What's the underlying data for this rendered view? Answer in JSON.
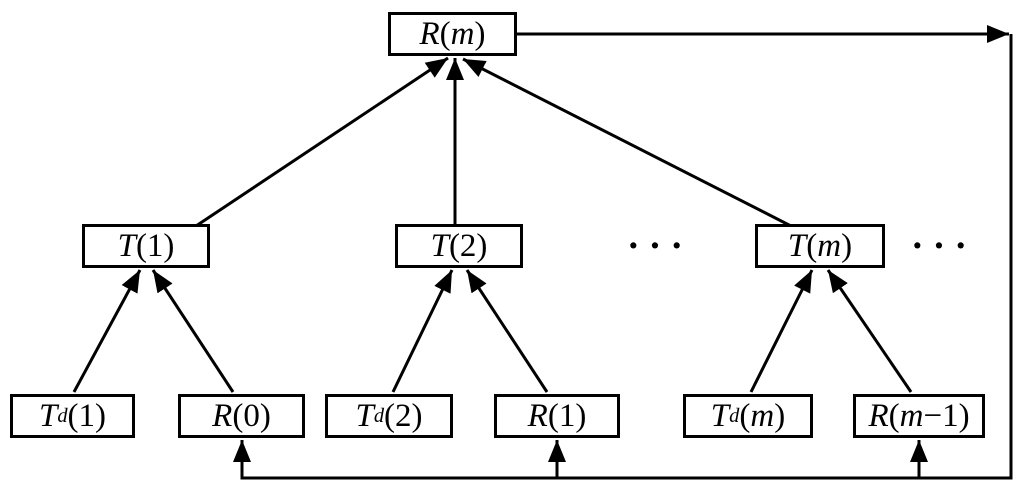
{
  "diagram": {
    "background": "#ffffff",
    "line_color": "#000000",
    "ellipsis": "···",
    "nodes": {
      "r_m": {
        "text": "R(m)",
        "segments": [
          {
            "t": "R",
            "i": true
          },
          {
            "t": "(",
            "i": false
          },
          {
            "t": "m",
            "i": true
          },
          {
            "t": ")",
            "i": false
          }
        ]
      },
      "t_1": {
        "text": "T(1)",
        "segments": [
          {
            "t": "T",
            "i": true
          },
          {
            "t": "(1)",
            "i": false
          }
        ]
      },
      "t_2": {
        "text": "T(2)",
        "segments": [
          {
            "t": "T",
            "i": true
          },
          {
            "t": "(2)",
            "i": false
          }
        ]
      },
      "t_m": {
        "text": "T(m)",
        "segments": [
          {
            "t": "T",
            "i": true
          },
          {
            "t": "(",
            "i": false
          },
          {
            "t": "m",
            "i": true
          },
          {
            "t": ")",
            "i": false
          }
        ]
      },
      "td_1": {
        "text": "Td(1)",
        "segments": [
          {
            "t": "T",
            "i": true
          },
          {
            "t": "d",
            "i": true,
            "s": true
          },
          {
            "t": "(1)",
            "i": false
          }
        ]
      },
      "r_0": {
        "text": "R(0)",
        "segments": [
          {
            "t": "R",
            "i": true
          },
          {
            "t": "(0)",
            "i": false
          }
        ]
      },
      "td_2": {
        "text": "Td(2)",
        "segments": [
          {
            "t": "T",
            "i": true
          },
          {
            "t": "d",
            "i": true,
            "s": true
          },
          {
            "t": "(2)",
            "i": false
          }
        ]
      },
      "r_1": {
        "text": "R(1)",
        "segments": [
          {
            "t": "R",
            "i": true
          },
          {
            "t": "(1)",
            "i": false
          }
        ]
      },
      "td_m": {
        "text": "Td(m)",
        "segments": [
          {
            "t": "T",
            "i": true
          },
          {
            "t": "d",
            "i": true,
            "s": true
          },
          {
            "t": "(",
            "i": false
          },
          {
            "t": "m",
            "i": true
          },
          {
            "t": ")",
            "i": false
          }
        ]
      },
      "r_m1": {
        "text": "R(m−1)",
        "segments": [
          {
            "t": "R",
            "i": true
          },
          {
            "t": "(",
            "i": false
          },
          {
            "t": "m",
            "i": true
          },
          {
            "t": "−1)",
            "i": false
          }
        ]
      }
    }
  }
}
